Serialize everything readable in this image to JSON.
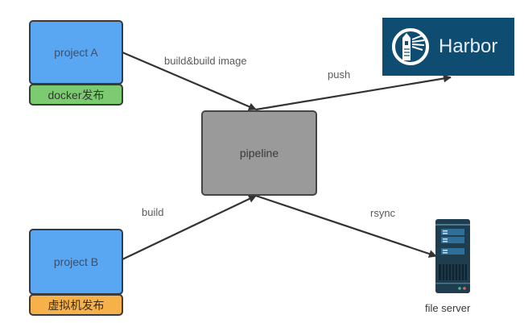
{
  "nodes": {
    "project_a": {
      "label": "project A",
      "tag": "docker发布",
      "tag_color": "#7ccb70"
    },
    "project_b": {
      "label": "project B",
      "tag": "虚拟机发布",
      "tag_color": "#f7b14a"
    },
    "pipeline": {
      "label": "pipeline"
    },
    "harbor": {
      "label": "Harbor",
      "brand_color": "#0f4c72"
    },
    "file_server": {
      "label": "file server"
    }
  },
  "edges": [
    {
      "from": "project A",
      "to": "pipeline",
      "label": "build&build image"
    },
    {
      "from": "pipeline",
      "to": "Harbor",
      "label": "push"
    },
    {
      "from": "project B",
      "to": "pipeline",
      "label": "build"
    },
    {
      "from": "pipeline",
      "to": "file server",
      "label": "rsync"
    }
  ],
  "colors": {
    "project_fill": "#59a7f2",
    "pipeline_fill": "#9a9a9a",
    "arrow": "#333333"
  }
}
